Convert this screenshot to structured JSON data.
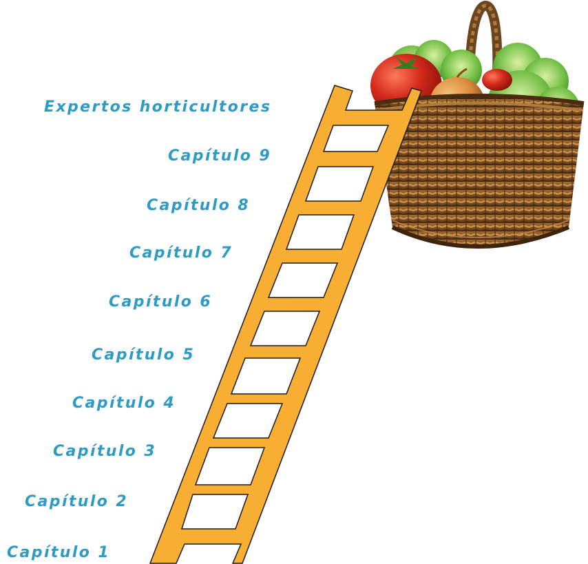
{
  "title_label": "Expertos horticultores",
  "chapters": [
    "Capítulo 9",
    "Capítulo 8",
    "Capítulo 7",
    "Capítulo 6",
    "Capítulo 5",
    "Capítulo 4",
    "Capítulo 3",
    "Capítulo 2",
    "Capítulo 1"
  ],
  "colors": {
    "label": "#2e9bc4",
    "ladder": "#f8ae32",
    "ladder_outline": "#1a1a1a",
    "basket": "#8a5a2b",
    "tomato": "#d42a1c",
    "onion": "#d98a3c",
    "lettuce": "#5fae3a"
  },
  "illustration": {
    "icon": "vegetable-basket-icon",
    "items": [
      "tomato",
      "onion",
      "lettuce",
      "wicker-basket"
    ]
  }
}
